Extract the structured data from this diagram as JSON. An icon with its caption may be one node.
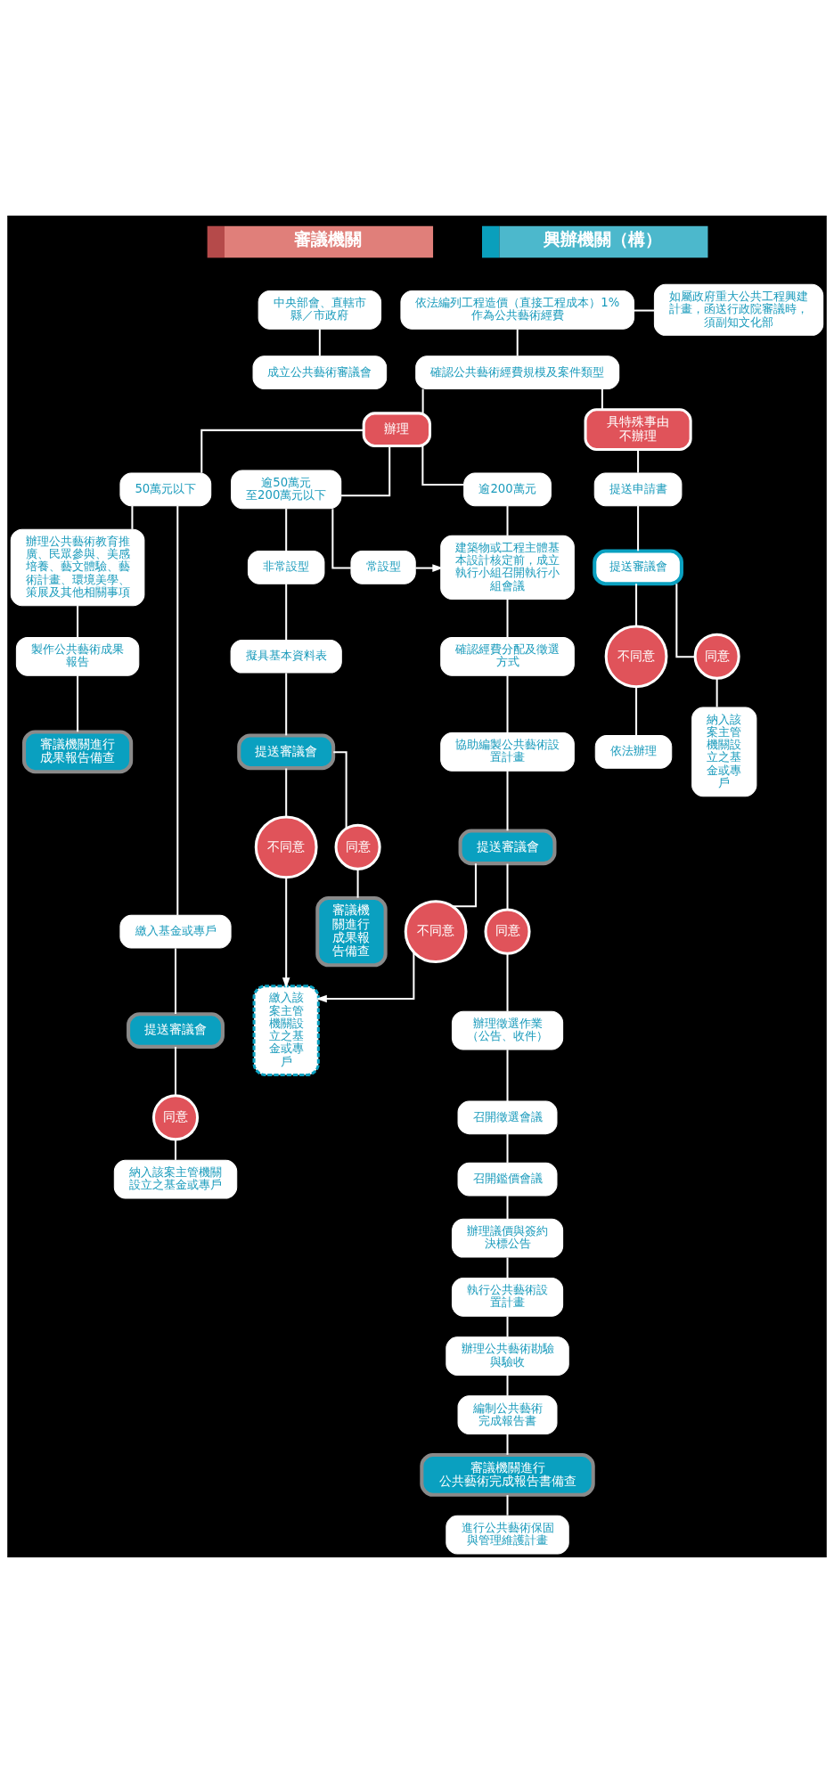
{
  "diagram": {
    "nodes": [
      {
        "text": [
          "審議機關"
        ]
      },
      {
        "text": [
          "興辦機關（構）"
        ]
      },
      {
        "text": [
          "中央部會、直轄市縣／市政府"
        ]
      },
      {
        "text": [
          "依法編列工程造價（直接工程成本）1%作為公共藝術經費"
        ]
      },
      {
        "text": [
          "如屬政府重大公共工程興建計畫，函送行政院審議時，須副知文化部"
        ]
      },
      {
        "text": [
          "成立公共藝術審議會"
        ]
      },
      {
        "text": [
          "確認公共藝術經費規模及案件類型"
        ]
      },
      {
        "text": [
          "辦理"
        ]
      },
      {
        "text": [
          "具特殊事由",
          "不辦理"
        ]
      },
      {
        "text": [
          "50萬元以下"
        ]
      },
      {
        "text": [
          "逾50萬元至200萬元以下"
        ]
      },
      {
        "text": [
          "逾200萬元"
        ]
      },
      {
        "text": [
          "提送申請書"
        ]
      },
      {
        "text": [
          "辦理公共藝術教育推廣、民眾參與、美感培養、藝文體驗、藝術計畫、環境美學、策展及其他相關事項"
        ]
      },
      {
        "text": [
          "非常設型"
        ]
      },
      {
        "text": [
          "常設型"
        ]
      },
      {
        "text": [
          "建築物或工程主體基本設計核定前，成立執行小組召開執行小組會議"
        ]
      },
      {
        "text": [
          "提送審議會"
        ]
      },
      {
        "text": [
          "不同意"
        ]
      },
      {
        "text": [
          "同意"
        ]
      },
      {
        "text": [
          "擬具基本資料表"
        ]
      },
      {
        "text": [
          "確認經費分配及徵選方式"
        ]
      },
      {
        "text": [
          "依法辦理"
        ]
      },
      {
        "text": [
          "納入該案主管機關設立之基金或專戶"
        ]
      },
      {
        "text": [
          "製作公共藝術成果報告"
        ]
      },
      {
        "text": [
          "提送審議會"
        ]
      },
      {
        "text": [
          "協助編製公共藝術設置計畫"
        ]
      },
      {
        "text": [
          "審議機關進行成果報告備查"
        ]
      },
      {
        "text": [
          "不同意"
        ]
      },
      {
        "text": [
          "同意"
        ]
      },
      {
        "text": [
          "提送審議會"
        ]
      },
      {
        "text": [
          "繳入該案主管機關設立之基金或專戶"
        ]
      },
      {
        "text": [
          "審議機關進行成果報告備查"
        ]
      },
      {
        "text": [
          "繳入基金或專戶"
        ]
      },
      {
        "text": [
          "不同意"
        ]
      },
      {
        "text": [
          "同意"
        ]
      },
      {
        "text": [
          "提送審議會"
        ]
      },
      {
        "text": [
          "辦理徵選作業（公告、收件）"
        ]
      },
      {
        "text": [
          "同意"
        ]
      },
      {
        "text": [
          "召開徵選會議"
        ]
      },
      {
        "text": [
          "納入該案主管機關設立之基金或專戶"
        ]
      },
      {
        "text": [
          "召開鑑價會議"
        ]
      },
      {
        "text": [
          "辦理議價與簽約決標公告"
        ]
      },
      {
        "text": [
          "執行公共藝術設置計畫"
        ]
      },
      {
        "text": [
          "辦理公共藝術勘驗與驗收"
        ]
      },
      {
        "text": [
          "編制公共藝術完成報告書"
        ]
      },
      {
        "text": [
          "審議機關進行公共藝術完成報告書備查"
        ]
      },
      {
        "text": [
          "進行公共藝術保固與管理維護計畫"
        ]
      }
    ],
    "edges": [
      {
        "from": 2,
        "to": 5,
        "arrow": "none"
      },
      {
        "from": 3,
        "to": 4,
        "arrow": "none"
      },
      {
        "from": 3,
        "to": 6,
        "arrow": "none"
      },
      {
        "from": 6,
        "to": 7,
        "arrow": "none"
      },
      {
        "from": 6,
        "to": 8,
        "arrow": "none"
      },
      {
        "from": 7,
        "to": 9,
        "arrow": "none"
      },
      {
        "from": 7,
        "to": 10,
        "arrow": "none"
      },
      {
        "from": 7,
        "to": 11,
        "arrow": "none"
      },
      {
        "from": 8,
        "to": 12,
        "arrow": "none"
      },
      {
        "from": 9,
        "to": 13,
        "arrow": "none"
      },
      {
        "from": 9,
        "to": 33,
        "arrow": "none"
      },
      {
        "from": 10,
        "to": 14,
        "arrow": "none"
      },
      {
        "from": 10,
        "to": 15,
        "arrow": "none"
      },
      {
        "from": 15,
        "to": 16,
        "arrow": "to"
      },
      {
        "from": 11,
        "to": 16,
        "arrow": "none"
      },
      {
        "from": 12,
        "to": 17,
        "arrow": "none"
      },
      {
        "from": 17,
        "to": 18,
        "arrow": "none"
      },
      {
        "from": 17,
        "to": 19,
        "arrow": "none"
      },
      {
        "from": 14,
        "to": 20,
        "arrow": "none"
      },
      {
        "from": 16,
        "to": 21,
        "arrow": "none"
      },
      {
        "from": 18,
        "to": 22,
        "arrow": "none"
      },
      {
        "from": 19,
        "to": 23,
        "arrow": "none"
      },
      {
        "from": 13,
        "to": 24,
        "arrow": "none"
      },
      {
        "from": 20,
        "to": 25,
        "arrow": "none"
      },
      {
        "from": 21,
        "to": 26,
        "arrow": "none"
      },
      {
        "from": 24,
        "to": 27,
        "arrow": "none"
      },
      {
        "from": 25,
        "to": 28,
        "arrow": "none"
      },
      {
        "from": 25,
        "to": 29,
        "arrow": "none"
      },
      {
        "from": 26,
        "to": 30,
        "arrow": "none"
      },
      {
        "from": 28,
        "to": 31,
        "arrow": "to"
      },
      {
        "from": 29,
        "to": 32,
        "arrow": "none"
      },
      {
        "from": 30,
        "to": 34,
        "arrow": "none"
      },
      {
        "from": 30,
        "to": 35,
        "arrow": "none"
      },
      {
        "from": 34,
        "to": 31,
        "arrow": "to"
      },
      {
        "from": 33,
        "to": 36,
        "arrow": "none"
      },
      {
        "from": 35,
        "to": 37,
        "arrow": "none"
      },
      {
        "from": 36,
        "to": 38,
        "arrow": "none"
      },
      {
        "from": 37,
        "to": 39,
        "arrow": "none"
      },
      {
        "from": 38,
        "to": 40,
        "arrow": "none"
      },
      {
        "from": 39,
        "to": 41,
        "arrow": "none"
      },
      {
        "from": 41,
        "to": 42,
        "arrow": "none"
      },
      {
        "from": 42,
        "to": 43,
        "arrow": "none"
      },
      {
        "from": 43,
        "to": 44,
        "arrow": "none"
      },
      {
        "from": 44,
        "to": 45,
        "arrow": "none"
      },
      {
        "from": 45,
        "to": 46,
        "arrow": "none"
      },
      {
        "from": 46,
        "to": 47,
        "arrow": "none"
      }
    ]
  }
}
